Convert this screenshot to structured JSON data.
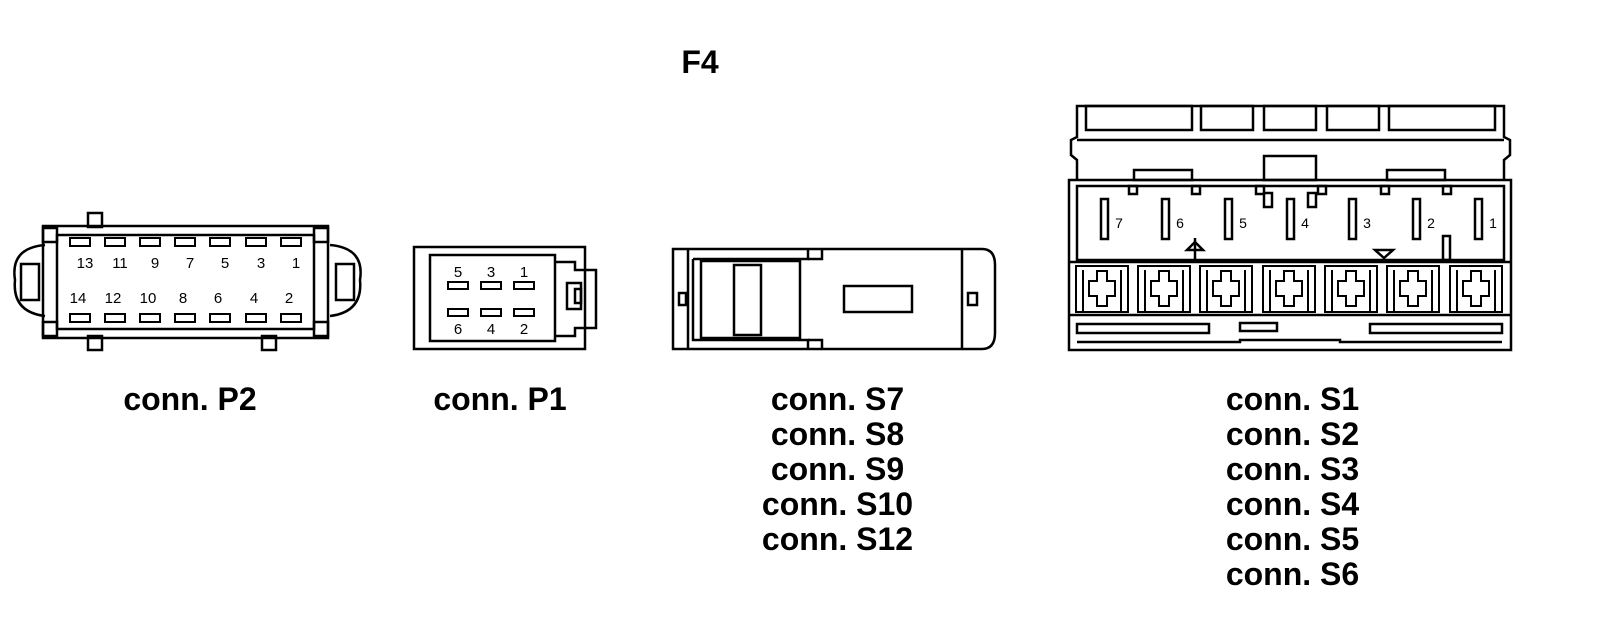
{
  "diagram": {
    "title": "F4",
    "connectors": {
      "p2": {
        "label": "conn. P2",
        "pins_top": [
          "13",
          "11",
          "9",
          "7",
          "5",
          "3",
          "1"
        ],
        "pins_bottom": [
          "14",
          "12",
          "10",
          "8",
          "6",
          "4",
          "2"
        ]
      },
      "p1": {
        "label": "conn. P1",
        "pins_top": [
          "5",
          "3",
          "1"
        ],
        "pins_bottom": [
          "6",
          "4",
          "2"
        ]
      },
      "s7": {
        "labels": [
          "conn. S7",
          "conn. S8",
          "conn. S9",
          "conn. S10",
          "conn. S12"
        ]
      },
      "s1": {
        "labels": [
          "conn. S1",
          "conn. S2",
          "conn. S3",
          "conn. S4",
          "conn. S5",
          "conn. S6"
        ],
        "pins": [
          "7",
          "6",
          "5",
          "4",
          "3",
          "2",
          "1"
        ]
      }
    }
  }
}
